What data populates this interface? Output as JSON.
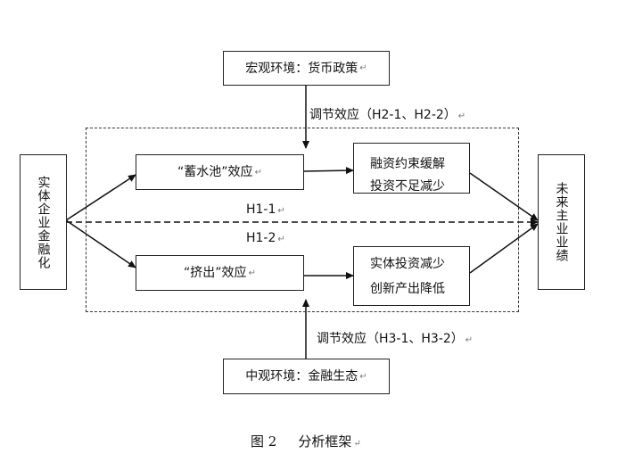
{
  "diagram": {
    "macro_env": "宏观环境：货币政策",
    "meso_env": "中观环境：金融生态",
    "left_node": "实体企业金融化",
    "right_node": "未来主业业绩",
    "reservoir_effect": "“蓄水池”效应",
    "crowding_effect": "“挤出”效应",
    "top_result_line1": "融资约束缓解",
    "top_result_line2": "投资不足减少",
    "bottom_result_line1": "实体投资减少",
    "bottom_result_line2": "创新产出降低",
    "h1_1": "H1-1",
    "h1_2": "H1-2",
    "top_moderation": "调节效应（H2-1、H2-2）",
    "bottom_moderation": "调节效应（H3-1、H3-2）",
    "return_mark": "↵"
  },
  "caption": {
    "figure_no": "图 2",
    "title": "分析框架"
  }
}
